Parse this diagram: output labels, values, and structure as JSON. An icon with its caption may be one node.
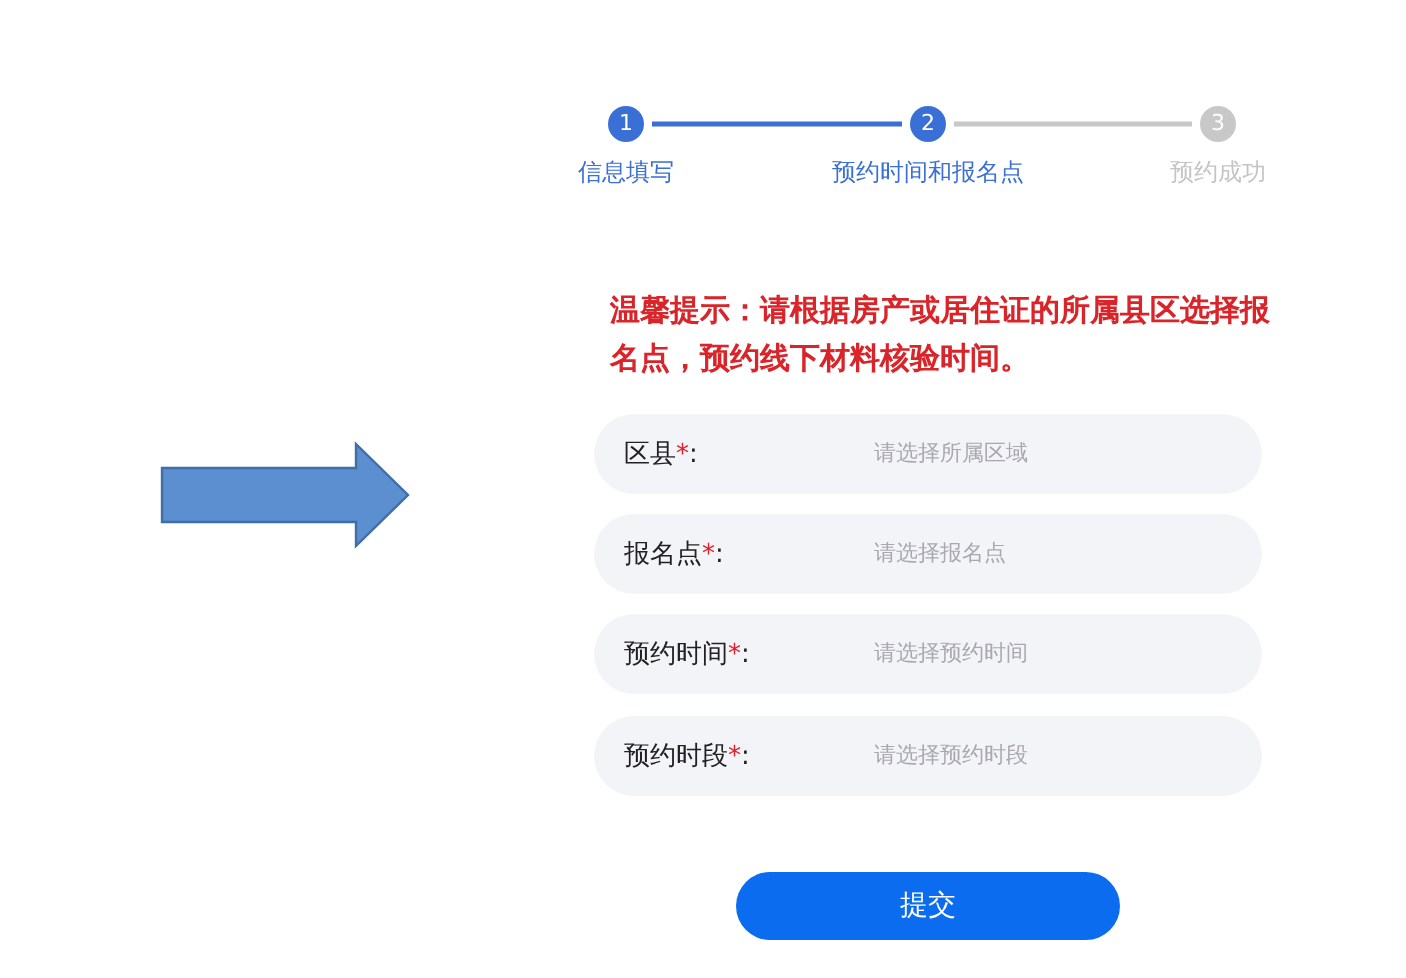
{
  "diagram": {
    "nodes": [
      {
        "text": [
          "1",
          "信息填写"
        ]
      },
      {
        "text": [
          "2",
          "预约时间和报名点"
        ]
      },
      {
        "text": [
          "3",
          "预约成功"
        ]
      },
      {
        "text": [
          "区县*:",
          "请选择所属区域"
        ]
      },
      {
        "text": [
          "报名点*:",
          "请选择报名点"
        ]
      },
      {
        "text": [
          "预约时间*:",
          "请选择预约时间"
        ]
      },
      {
        "text": [
          "预约时段*:",
          "请选择预约时段"
        ]
      },
      {
        "text": [
          "提交"
        ]
      }
    ],
    "edges": [
      {
        "from": 0,
        "to": 1,
        "arrow": "none",
        "color": "#3a6fd6"
      },
      {
        "from": 1,
        "to": 2,
        "arrow": "none",
        "color": "#c8c8c8"
      }
    ],
    "labels": [
      "温馨提示：请根据房产或居住证的所属县区选择报名点，预约线下材料核验时间。"
    ]
  }
}
